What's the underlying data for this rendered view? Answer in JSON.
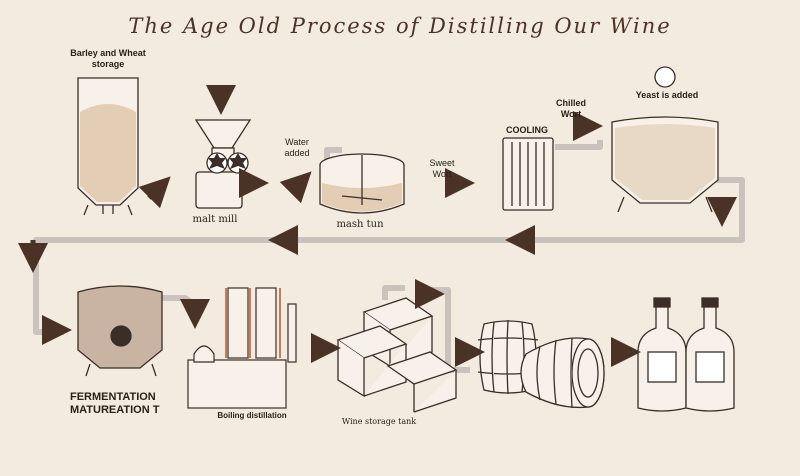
{
  "title": "The Age Old Process of Distilling Our Wine",
  "labels": {
    "storage": "Barley and Wheat storage",
    "malt_mill": "malt mill",
    "water_added": "Water added",
    "mash_tun": "mash tun",
    "sweet_wort": "Sweet Wort",
    "cooling": "COOLING",
    "chilled_wort": "Chilled Wort",
    "yeast_added": "Yeast is added",
    "fermentation": "FERMENTATION",
    "maturation": "MATUREATION T",
    "boiling": "Boiling distillation",
    "wine_storage": "Wine storage tank"
  },
  "colors": {
    "background": "#f3ebe0",
    "arrow": "#4a3226",
    "pipe": "#c9c2bd",
    "copper": "#c97a5a",
    "grain": "#e3cdb5",
    "title": "#4a3226"
  }
}
